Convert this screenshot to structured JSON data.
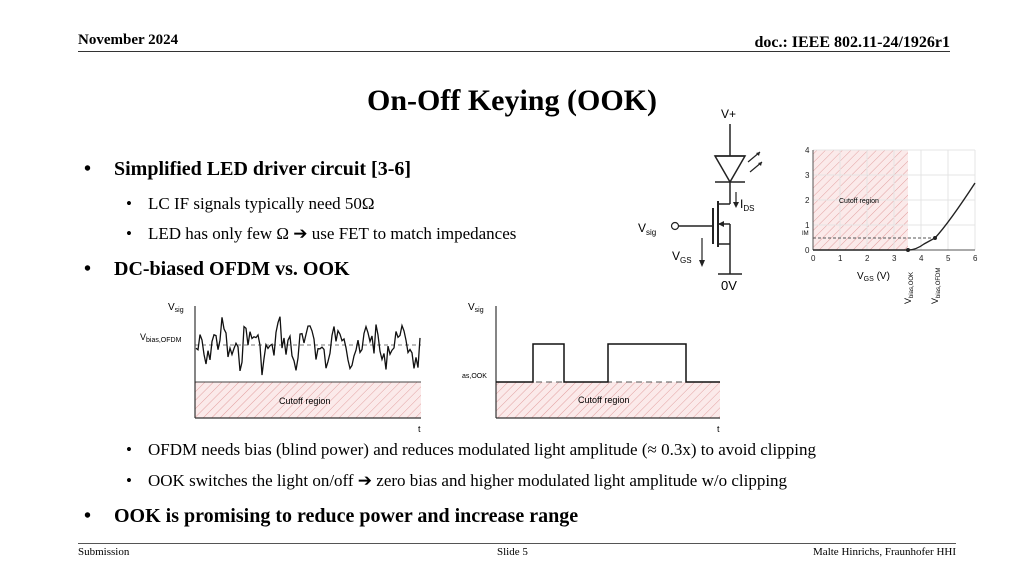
{
  "header": {
    "date": "November 2024",
    "doc": "doc.: IEEE 802.11-24/1926r1"
  },
  "title": "On-Off Keying (OOK)",
  "bullets": {
    "b1": "Simplified LED driver circuit [3-6]",
    "b1_sub1": "LC IF signals typically need 50Ω",
    "b1_sub2": "LED has only few Ω ➔ use FET to match impedances",
    "b2": "DC-biased OFDM vs. OOK",
    "b2_sub1": "OFDM needs bias (blind power) and reduces modulated light amplitude (≈ 0.3x) to avoid clipping",
    "b2_sub2": "OOK switches the light on/off ➔ zero bias and higher modulated light amplitude w/o clipping",
    "b3": "OOK is promising to reduce power and increase range"
  },
  "circuit": {
    "vplus": "V+",
    "ids": "I",
    "ids_sub": "DS",
    "vsig": "V",
    "vsig_sub": "sig",
    "vgs": "V",
    "vgs_sub": "GS",
    "ground": "0V"
  },
  "iv_chart": {
    "region_label": "Cutoff region",
    "xlabel": "V",
    "xlabel_sub": "GS",
    "xlabel_unit": " (V)",
    "x_ticks": [
      "0",
      "1",
      "2",
      "3",
      "4",
      "5",
      "6"
    ],
    "y_ticks": [
      "0",
      "1",
      "2",
      "3",
      "4"
    ],
    "y_marker": "IM",
    "vbias_ook": "V",
    "vbias_ook_sub": "bias,OOK",
    "vbias_ofdm": "V",
    "vbias_ofdm_sub": "bias,OFDM"
  },
  "ofdm_plot": {
    "ylabel": "V",
    "ylabel_sub": "sig",
    "bias_label": "V",
    "bias_label_sub": "bias,OFDM",
    "region_label": "Cutoff region",
    "tlabel": "t"
  },
  "ook_plot": {
    "ylabel": "V",
    "ylabel_sub": "sig",
    "bias_label": "as,OOK",
    "region_label": "Cutoff region",
    "tlabel": "t"
  },
  "footer": {
    "left": "Submission",
    "center": "Slide 5",
    "right": "Malte Hinrichs, Fraunhofer HHI"
  }
}
